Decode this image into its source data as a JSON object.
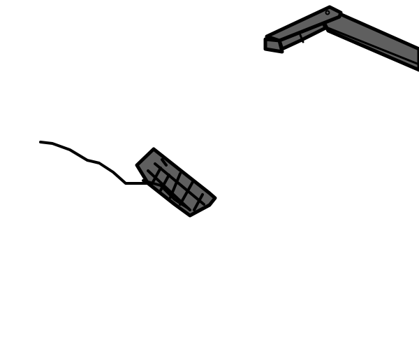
{
  "scene": {
    "objects": [
      {
        "name": "keyboard",
        "icon": "keyboard-icon"
      },
      {
        "name": "keyboard-cable",
        "icon": "cable-icon"
      },
      {
        "name": "desk-frame",
        "icon": "desk-icon"
      }
    ],
    "colors": {
      "fill": "#5f5f5f",
      "outline": "#000000",
      "background": "#ffffff"
    }
  }
}
